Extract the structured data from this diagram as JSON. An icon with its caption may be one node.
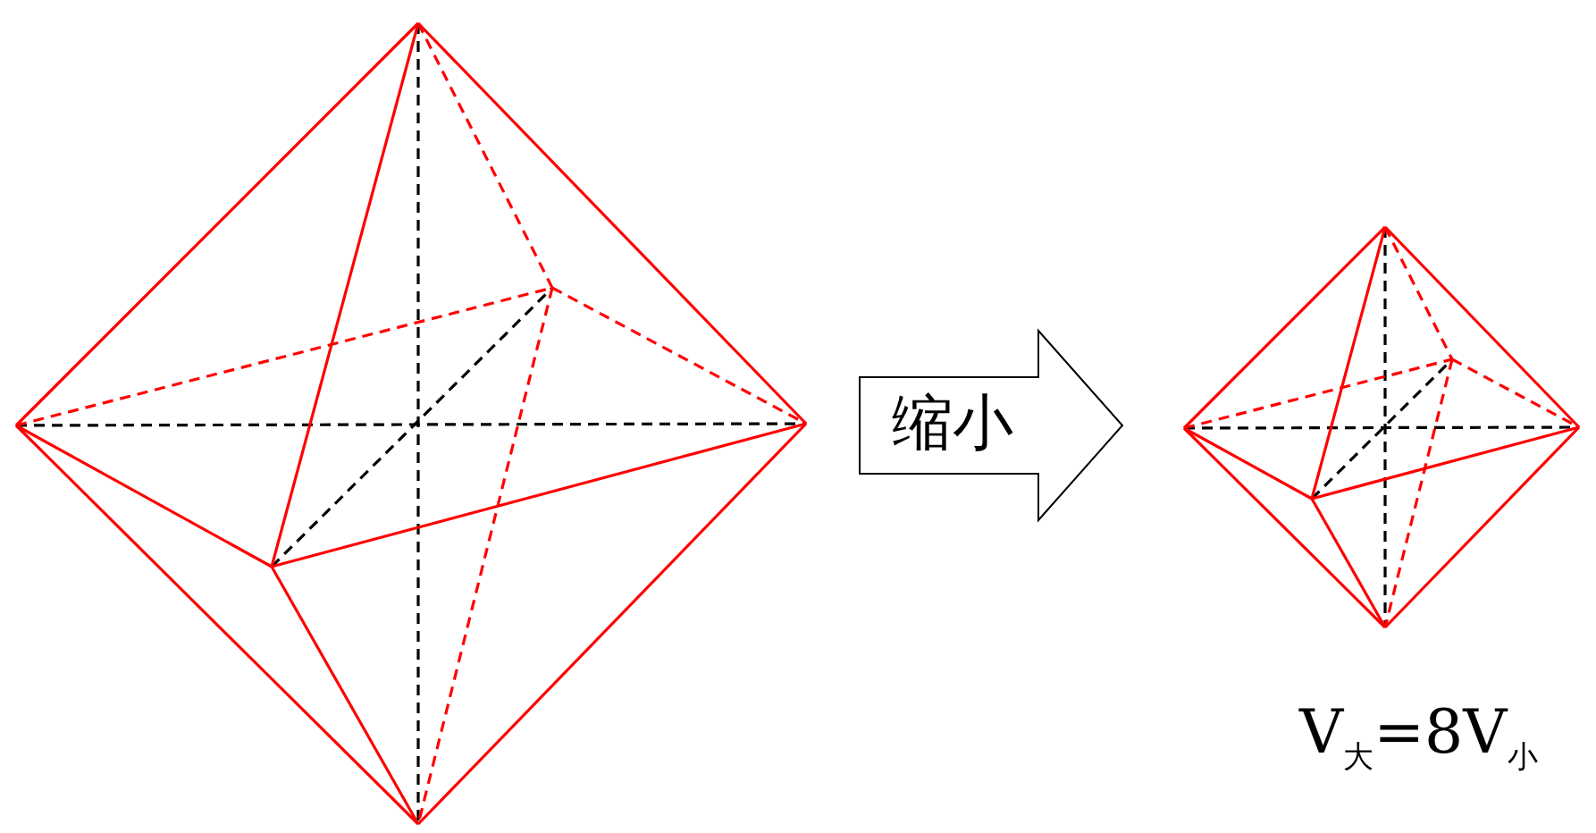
{
  "diagram": {
    "nodes": [
      {
        "text": [],
        "shape": "picture"
      },
      {
        "text": [],
        "shape": "picture"
      }
    ],
    "edges": [
      {
        "from": 0,
        "to": 1,
        "arrow": "to",
        "label": "缩小"
      }
    ],
    "labels": [
      "V$_{大}$=8V$_{小}$"
    ]
  }
}
